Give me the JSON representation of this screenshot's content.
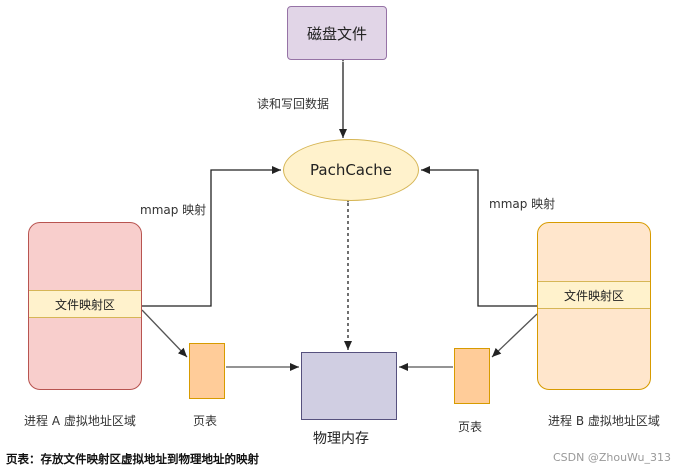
{
  "nodes": {
    "disk": "磁盘文件",
    "pagecache": "PachCache",
    "process_a_region": "文件映射区",
    "process_b_region": "文件映射区",
    "physical_memory": "物理内存"
  },
  "labels": {
    "disk_rw": "读和写回数据",
    "mmap_left": "mmap 映射",
    "mmap_right": "mmap 映射",
    "process_a": "进程 A 虚拟地址区域",
    "process_b": "进程 B 虚拟地址区域",
    "page_table_a": "页表",
    "page_table_b": "页表",
    "physical_memory": "物理内存"
  },
  "footnote": "页表：存放文件映射区虚拟地址到物理地址的映射",
  "watermark": "CSDN @ZhouWu_313"
}
